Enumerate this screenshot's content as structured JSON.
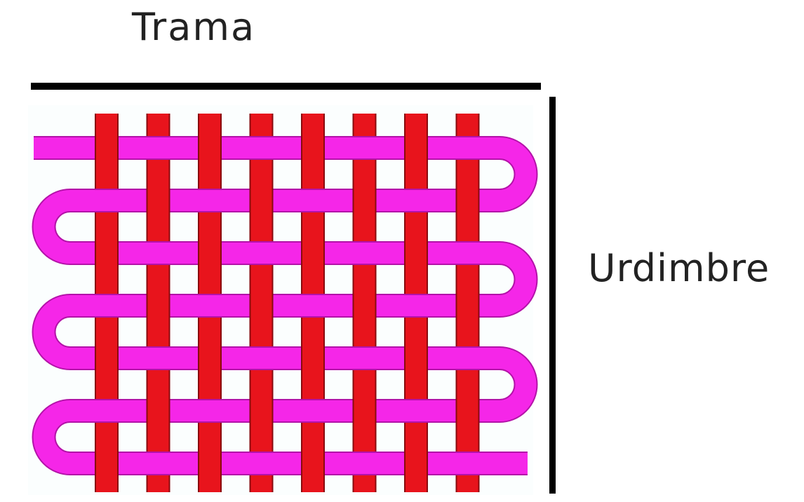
{
  "diagram": {
    "weft_label": "Trama",
    "warp_label": "Urdimbre",
    "warp_thread_count": 8,
    "weft_pass_count": 7,
    "colors": {
      "warp": "#e8141c",
      "warp_edge": "#8a0a0e",
      "weft": "#f526e8",
      "weft_edge": "#b312a8",
      "rule": "#000000",
      "background": "#ffffff"
    }
  }
}
